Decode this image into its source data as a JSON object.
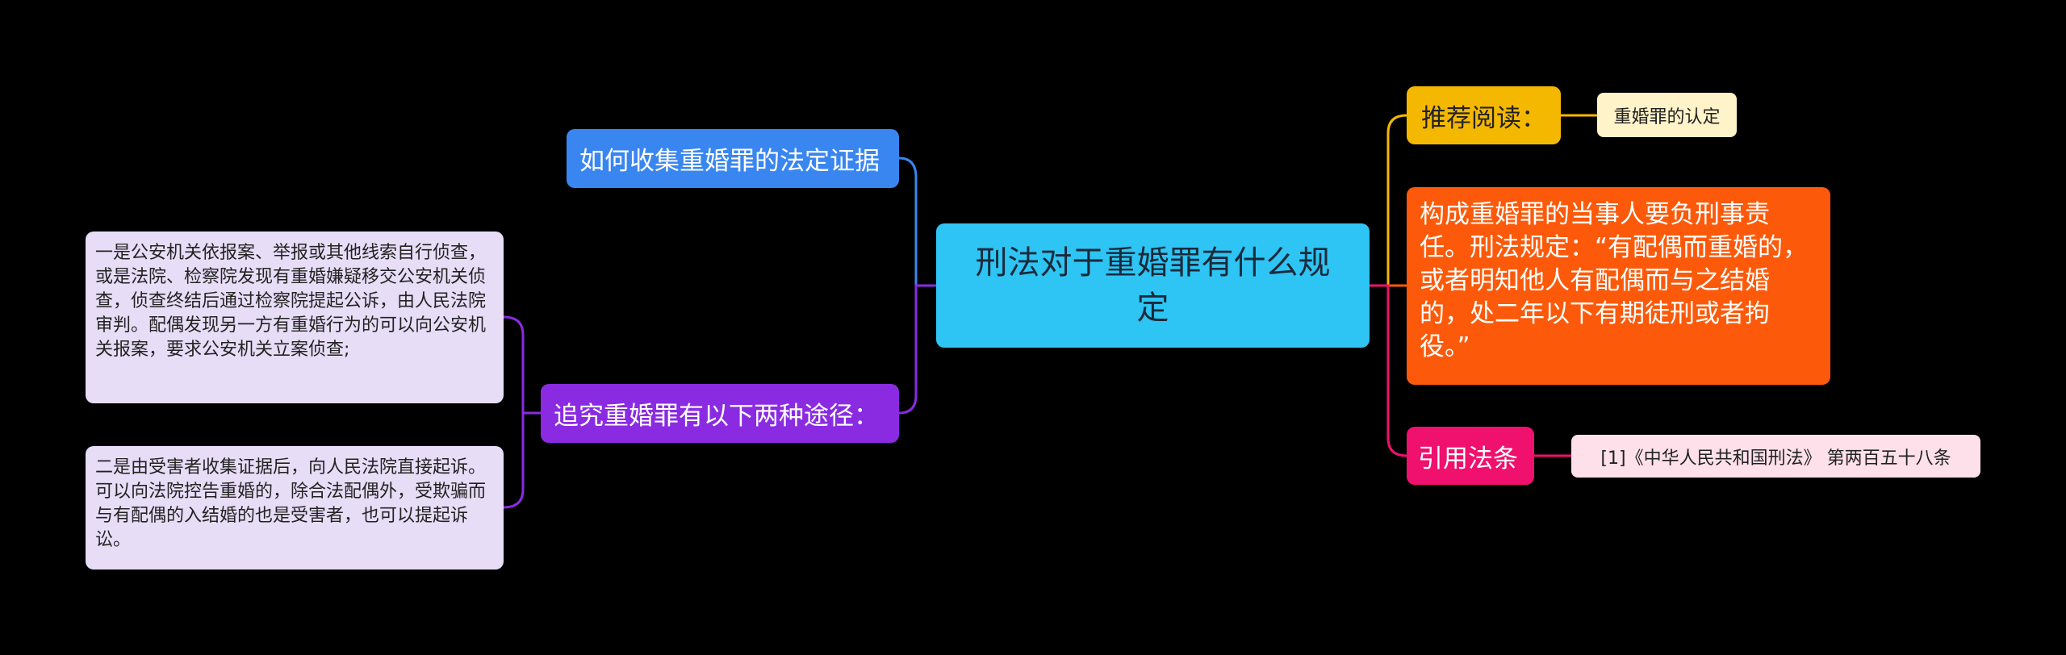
{
  "root": {
    "line1": "刑法对于重婚罪有什么规",
    "line2": "定"
  },
  "left": {
    "evidence": "如何收集重婚罪的法定证据",
    "pursue": "追究重婚罪有以下两种途径：",
    "leaf1": "一是公安机关依报案、举报或其他线索自行侦查，或是法院、检察院发现有重婚嫌疑移交公安机关侦查，侦查终结后通过检察院提起公诉，由人民法院审判。配偶发现另一方有重婚行为的可以向公安机关报案，要求公安机关立案侦查;",
    "leaf2": "二是由受害者收集证据后，向人民法院直接起诉。可以向法院控告重婚的，除合法配偶外，受欺骗而与有配偶的入结婚的也是受害者，也可以提起诉讼。"
  },
  "right": {
    "recommend": "推荐阅读：",
    "recommend_leaf": "重婚罪的认定",
    "liability": "构成重婚罪的当事人要负刑事责任。刑法规定：“有配偶而重婚的，或者明知他人有配偶而与之结婚的，处二年以下有期徒刑或者拘役。”",
    "cite": "引用法条",
    "cite_leaf": "[1]《中华人民共和国刑法》 第两百五十八条"
  },
  "colors": {
    "background": "#000000",
    "root": "#2ec4f3",
    "evidence": "#3a86f0",
    "pursue": "#8a2be2",
    "leaf_purple": "#e8ddf7",
    "recommend": "#f5b800",
    "liability": "#fc5a0a",
    "cite": "#f0106e"
  }
}
